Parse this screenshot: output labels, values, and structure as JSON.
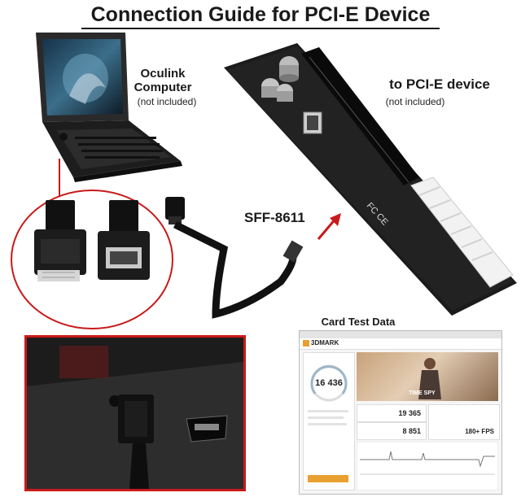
{
  "title": "Connection Guide for PCI-E Device",
  "computer": {
    "label_line1": "Oculink",
    "label_line2": "Computer",
    "note": "(not included)"
  },
  "device": {
    "label": "to PCI-E device",
    "note": "(not included)"
  },
  "cable": {
    "label": "SFF-8611"
  },
  "card_test": {
    "heading": "Card Test Data",
    "app_name": "3DMARK",
    "benchmark": "TIME SPY",
    "score": "16 436",
    "graphics_score": "19 365",
    "cpu_score": "8 851",
    "fps": "180+ FPS"
  },
  "colors": {
    "accent_red": "#c81a1a",
    "pcb": "#1b1b1b",
    "accent_orange": "#e8a030"
  }
}
